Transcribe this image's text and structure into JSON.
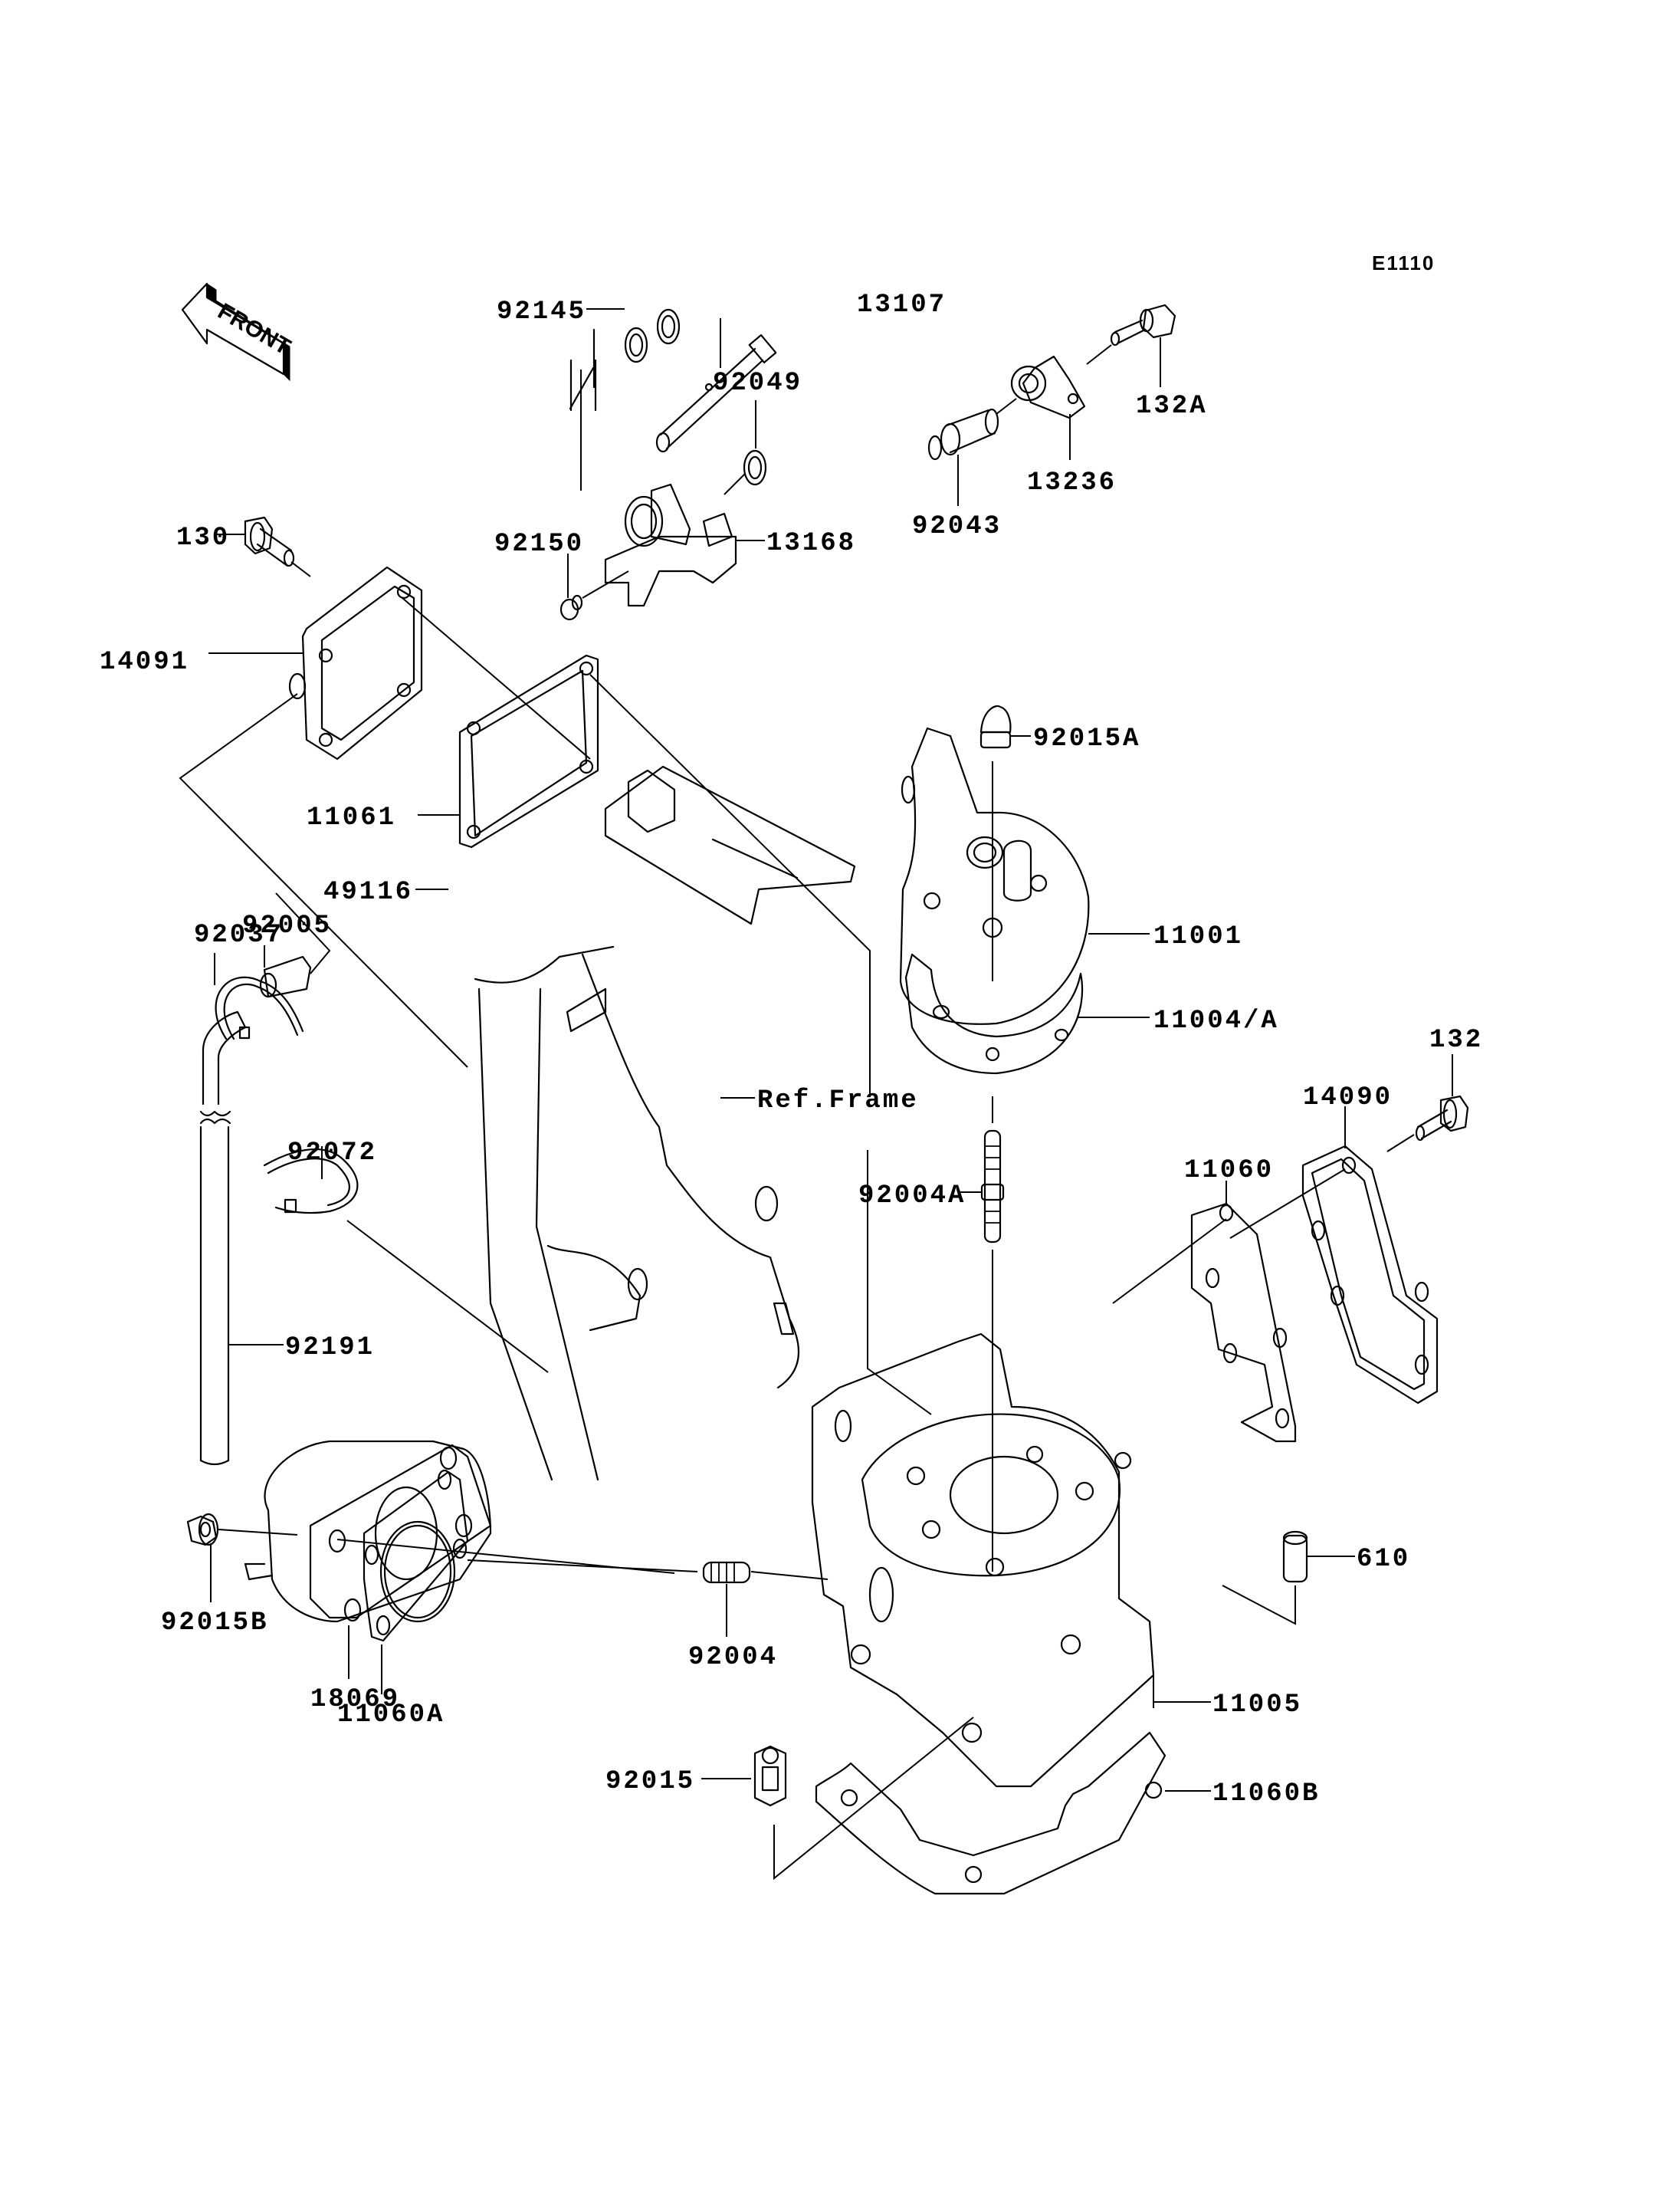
{
  "diagram": {
    "code": "E1110",
    "direction_marker": "FRONT",
    "reference_note": "Ref.Frame",
    "colors": {
      "ink": "#000000",
      "background": "#ffffff"
    },
    "part_labels": [
      {
        "id": "92145",
        "part": "spring"
      },
      {
        "id": "13107",
        "part": "shaft"
      },
      {
        "id": "92049",
        "part": "oil-seal"
      },
      {
        "id": "132A",
        "part": "bolt"
      },
      {
        "id": "13236",
        "part": "gear-holder"
      },
      {
        "id": "92043",
        "part": "pin"
      },
      {
        "id": "130",
        "part": "bolt"
      },
      {
        "id": "92150",
        "part": "bolt"
      },
      {
        "id": "13168",
        "part": "lever"
      },
      {
        "id": "14091",
        "part": "cover"
      },
      {
        "id": "11061",
        "part": "gasket"
      },
      {
        "id": "49116",
        "part": "valve"
      },
      {
        "id": "92015A",
        "part": "cap-nut"
      },
      {
        "id": "11001",
        "part": "cylinder-head"
      },
      {
        "id": "92037",
        "part": "clamp"
      },
      {
        "id": "92005",
        "part": "fitting"
      },
      {
        "id": "11004/A",
        "part": "head-gasket"
      },
      {
        "id": "132",
        "part": "bolt"
      },
      {
        "id": "14090",
        "part": "cover"
      },
      {
        "id": "92072",
        "part": "band"
      },
      {
        "id": "11060",
        "part": "gasket"
      },
      {
        "id": "92004A",
        "part": "stud"
      },
      {
        "id": "92191",
        "part": "tube"
      },
      {
        "id": "610",
        "part": "dowel-pin"
      },
      {
        "id": "92015B",
        "part": "nut"
      },
      {
        "id": "92004",
        "part": "stud"
      },
      {
        "id": "18069",
        "part": "intake-manifold"
      },
      {
        "id": "11060A",
        "part": "gasket"
      },
      {
        "id": "11005",
        "part": "cylinder"
      },
      {
        "id": "92015",
        "part": "nut"
      },
      {
        "id": "11060B",
        "part": "base-gasket"
      }
    ]
  }
}
